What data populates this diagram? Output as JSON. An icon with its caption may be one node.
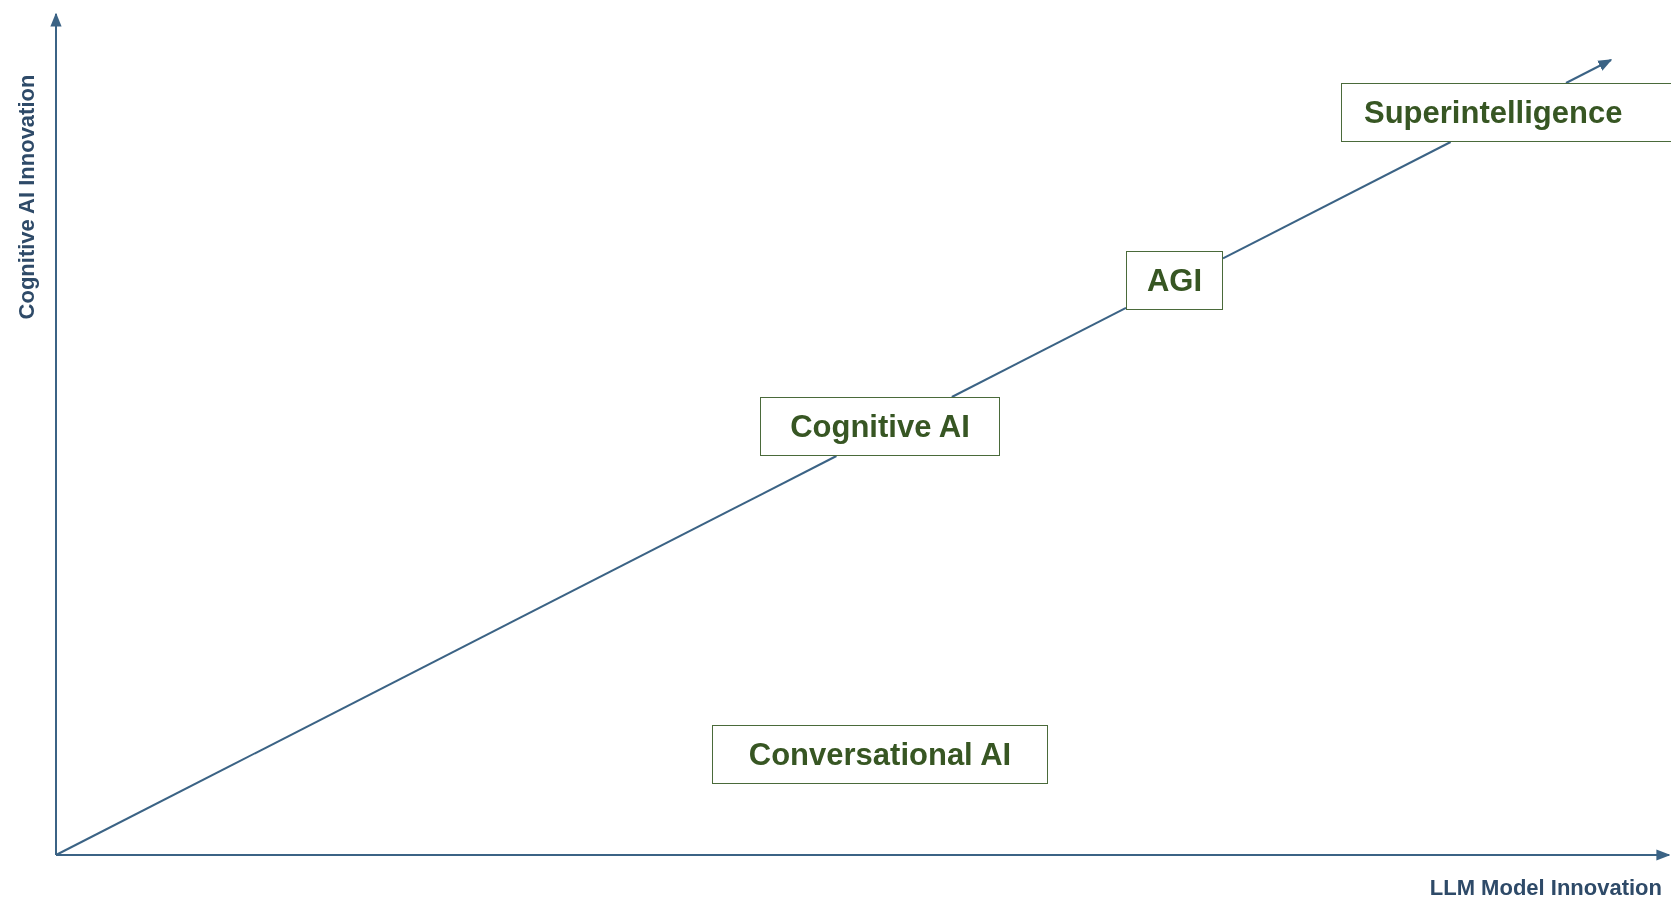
{
  "diagram": {
    "nodes": [
      {
        "text": [
          "Superintelligence"
        ]
      },
      {
        "text": [
          "AGI"
        ]
      },
      {
        "text": [
          "Cognitive AI"
        ]
      },
      {
        "text": [
          "Conversational AI"
        ]
      }
    ],
    "edges": [
      {
        "from": null,
        "to": 2,
        "arrow": "none"
      },
      {
        "from": 2,
        "to": 1,
        "arrow": "none"
      },
      {
        "from": 1,
        "to": 0,
        "arrow": "none"
      },
      {
        "from": 0,
        "to": null,
        "arrow": "to"
      }
    ],
    "labels": [
      "Cognitive AI Innovation",
      "LLM Model Innovation"
    ]
  }
}
